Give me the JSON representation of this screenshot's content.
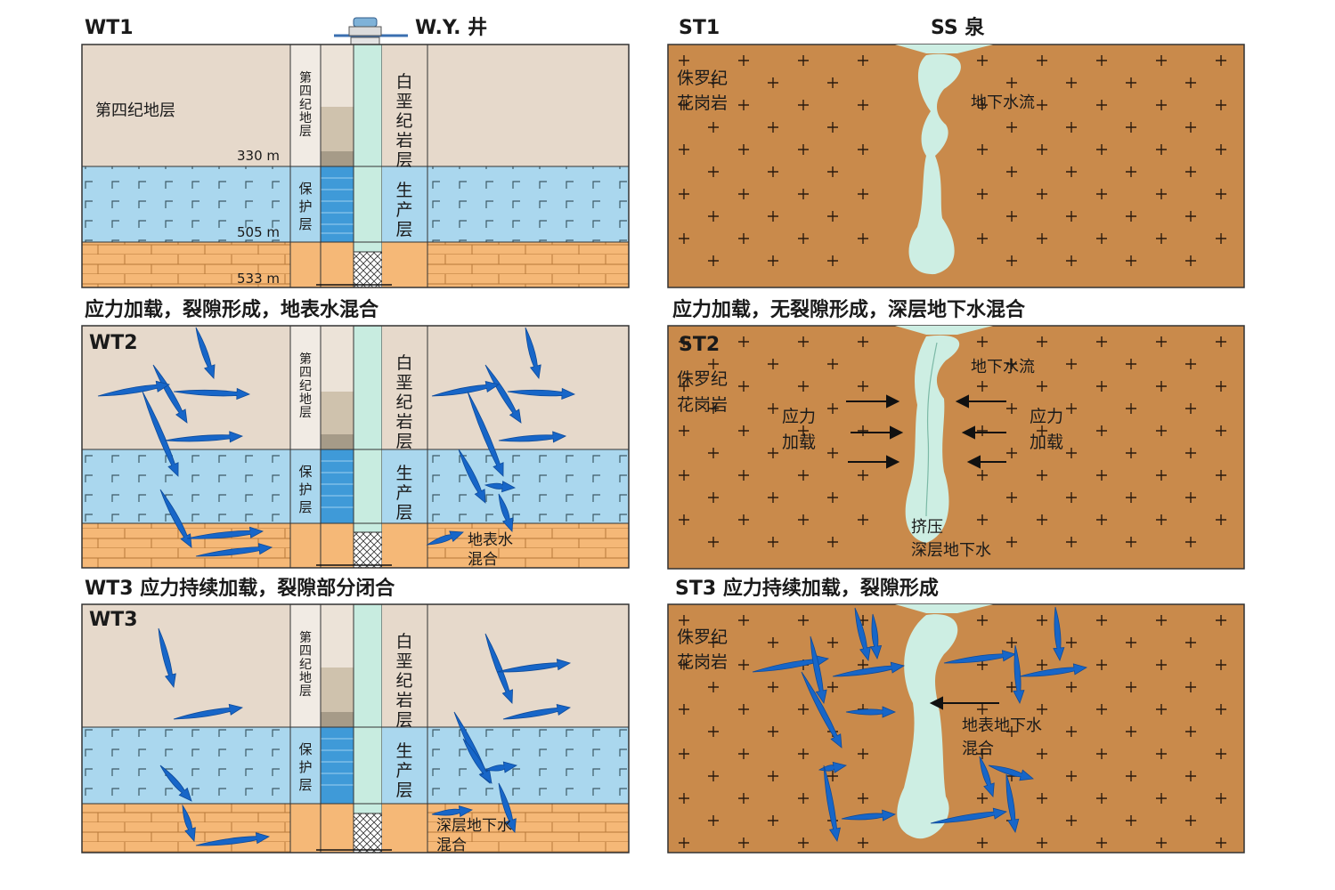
{
  "colors": {
    "quaternary": "#e6d9cb",
    "aquifer": "#aad7ee",
    "bedrock": "#f5b877",
    "granite": "#c98a4b",
    "well": "#c8ece0",
    "water_flow": "#cdeee3",
    "arrow_blue": "#1766c8",
    "outline": "#222222"
  },
  "titles": {
    "wt1": "WT1",
    "well_name": "W.Y. 井",
    "st1": "ST1",
    "spring_name": "SS 泉",
    "row2_left": "应力加载，裂隙形成，地表水混合",
    "row2_right": "应力加载，无裂隙形成，深层地下水混合",
    "row3_left": "WT3 应力持续加载，裂隙部分闭合",
    "row3_right": "ST3 应力持续加载，裂隙形成",
    "wt2": "WT2",
    "st2": "ST2",
    "wt3": "WT3"
  },
  "wt1": {
    "quaternary_layer": "第四纪地层",
    "depth_330": "330 m",
    "depth_505": "505 m",
    "depth_533": "533 m",
    "col_quaternary": [
      "第",
      "四",
      "纪",
      "地",
      "层"
    ],
    "col_protect": [
      "保",
      "护",
      "层"
    ],
    "col_cretaceous": [
      "白",
      "垩",
      "纪",
      "岩",
      "层"
    ],
    "col_production": [
      "生",
      "产",
      "层"
    ]
  },
  "wt2": {
    "mix_label_1": "地表水",
    "mix_label_2": "混合"
  },
  "wt3": {
    "mix_label_1": "深层地下水",
    "mix_label_2": "混合"
  },
  "st1": {
    "granite_1": "侏罗纪",
    "granite_2": "花岗岩",
    "groundwater_flow": "地下水流"
  },
  "st2": {
    "granite_1": "侏罗纪",
    "granite_2": "花岗岩",
    "groundwater_flow": "地下水流",
    "stress_1": "应力",
    "stress_2": "加载",
    "squeeze_1": "挤压",
    "squeeze_2": "深层地下水"
  },
  "st3": {
    "granite_1": "侏罗纪",
    "granite_2": "花岗岩",
    "mix_1": "地表地下水",
    "mix_2": "混合"
  }
}
